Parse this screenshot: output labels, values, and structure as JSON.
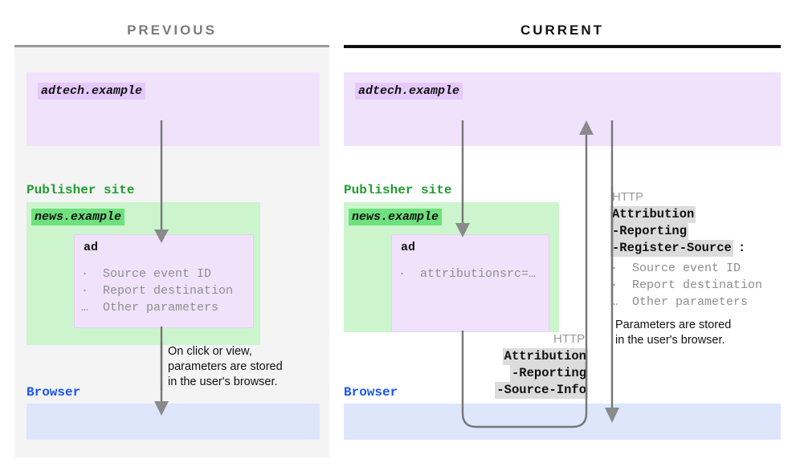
{
  "columns": {
    "previous": {
      "title": "PREVIOUS",
      "rule_color": "#9a9a9a"
    },
    "current": {
      "title": "CURRENT",
      "rule_color": "#111111"
    }
  },
  "previous": {
    "adtech_domain": "adtech.example",
    "publisher_label": "Publisher site",
    "publisher_domain": "news.example",
    "ad_title": "ad",
    "ad_params": "·  Source event ID\n·  Report destination\n…  Other parameters",
    "browser_label": "Browser",
    "note": "On click or view,\nparameters are stored\nin the user's browser."
  },
  "current": {
    "adtech_domain": "adtech.example",
    "publisher_label": "Publisher site",
    "publisher_domain": "news.example",
    "ad_title": "ad",
    "ad_params": "·  attributionsrc=…",
    "browser_label": "Browser",
    "note": "Parameters are stored\nin the user's browser.",
    "request_header": {
      "protocol": "HTTP",
      "line1": "Attribution",
      "line2": "-Reporting",
      "line3": "-Source-Info"
    },
    "response_header": {
      "protocol": "HTTP",
      "line1": "Attribution",
      "line2": "-Reporting",
      "line3": "-Register-Source",
      "colon": ":",
      "params": "·  Source event ID\n·  Report destination\n…  Other parameters"
    }
  },
  "colors": {
    "adtech_band": "#f0e2fb",
    "adtech_chip": "#e5c9fa",
    "publisher_box": "#ccf5cd",
    "publisher_chip": "#6ee07e",
    "publisher_text": "#1f9e2e",
    "browser_strip": "#dde6fb",
    "browser_text": "#1b56f2",
    "panel_bg": "#f4f4f4",
    "arrow": "#767676",
    "header_highlight": "#dcdcdc"
  }
}
